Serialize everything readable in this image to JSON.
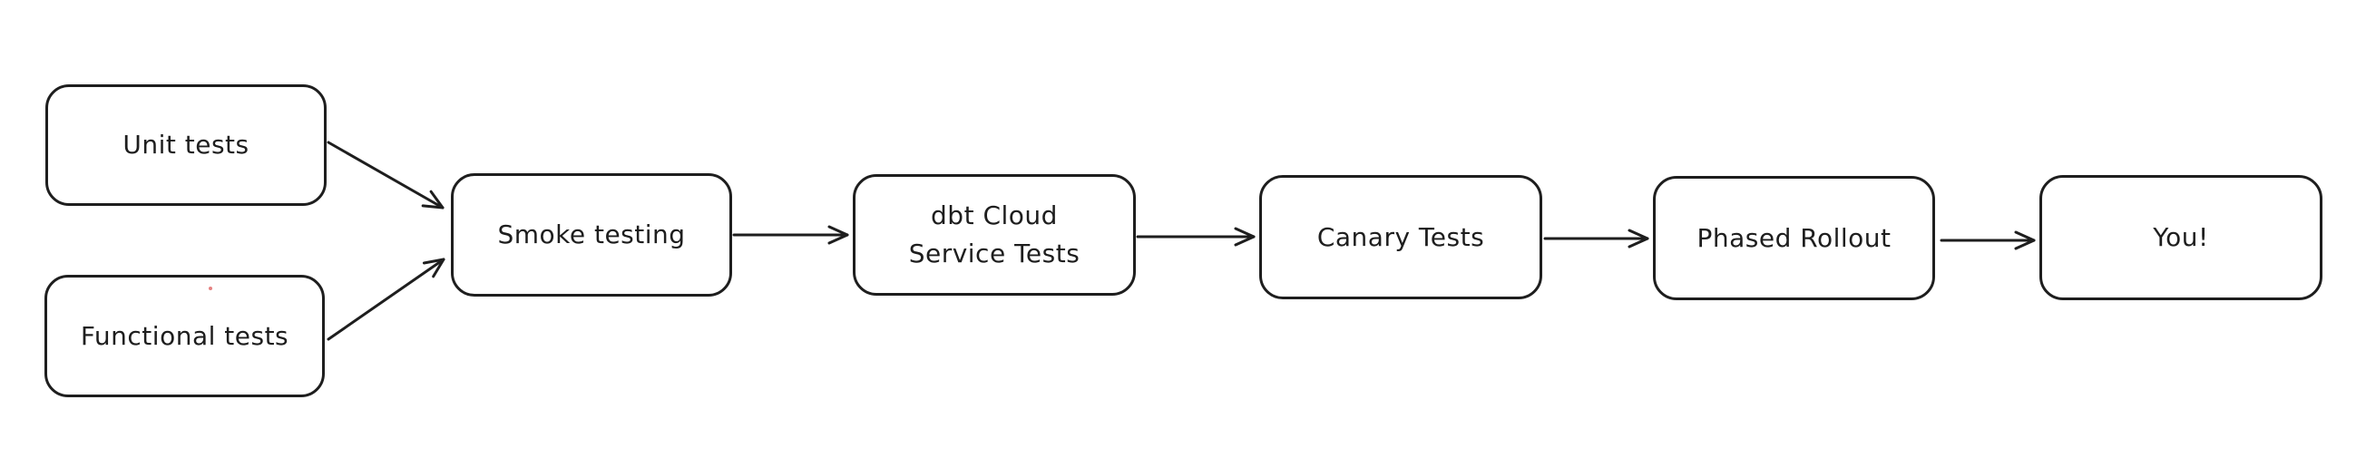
{
  "diagram": {
    "type": "flowchart",
    "style": "hand-drawn",
    "colors": {
      "stroke": "#1e1e1e",
      "background": "#ffffff",
      "artifact_dot": "#e06c6c"
    },
    "nodes": [
      {
        "id": "unit-tests",
        "label": "Unit tests"
      },
      {
        "id": "functional-tests",
        "label": "Functional tests"
      },
      {
        "id": "smoke-testing",
        "label": "Smoke testing"
      },
      {
        "id": "dbt-cloud-service-tests",
        "label_lines": [
          "dbt Cloud",
          "Service Tests"
        ]
      },
      {
        "id": "canary-tests",
        "label": "Canary Tests"
      },
      {
        "id": "phased-rollout",
        "label": "Phased Rollout"
      },
      {
        "id": "you",
        "label": "You!"
      }
    ],
    "edges": [
      {
        "from": "unit-tests",
        "to": "smoke-testing"
      },
      {
        "from": "functional-tests",
        "to": "smoke-testing"
      },
      {
        "from": "smoke-testing",
        "to": "dbt-cloud-service-tests"
      },
      {
        "from": "dbt-cloud-service-tests",
        "to": "canary-tests"
      },
      {
        "from": "canary-tests",
        "to": "phased-rollout"
      },
      {
        "from": "phased-rollout",
        "to": "you"
      }
    ]
  }
}
